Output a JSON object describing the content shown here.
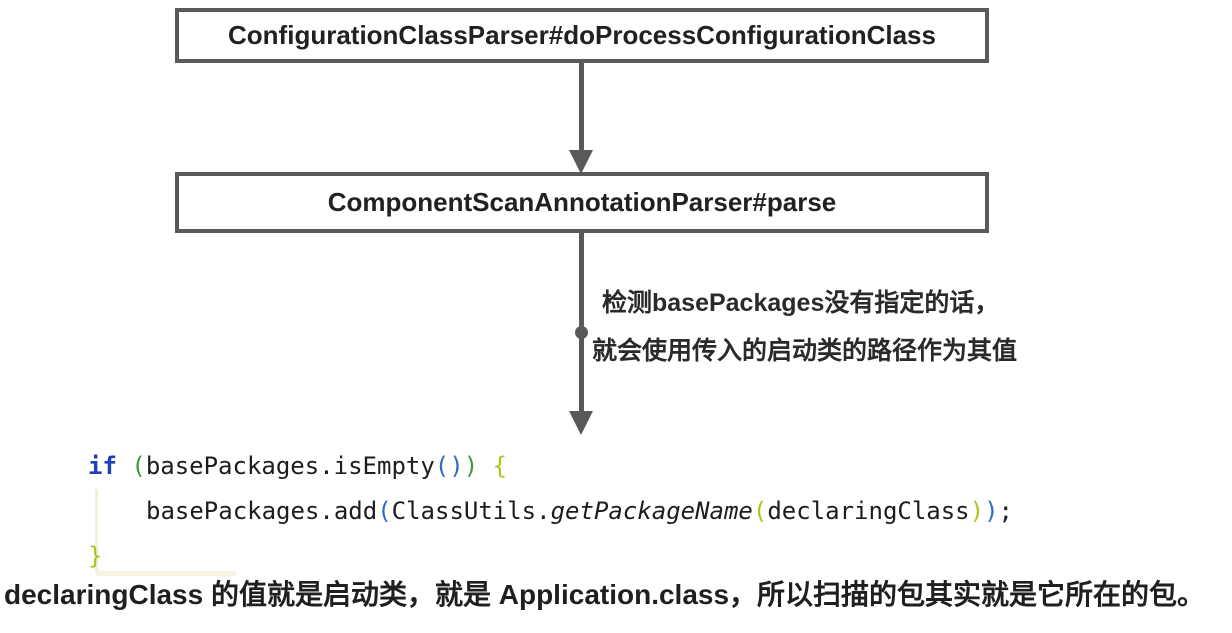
{
  "flowchart": {
    "box1_label": "ConfigurationClassParser#doProcessConfigurationClass",
    "box2_label": "ComponentScanAnnotationParser#parse",
    "annotation": {
      "line1": "检测basePackages没有指定的话，",
      "line2": "就会使用传入的启动类的路径作为其值"
    }
  },
  "code": {
    "language": "java",
    "lines": [
      {
        "indent": 0,
        "tokens": [
          {
            "t": "if",
            "c": "kw"
          },
          {
            "t": " ",
            "c": "plain"
          },
          {
            "t": "(",
            "c": "green"
          },
          {
            "t": "basePackages.isEmpty",
            "c": "plain"
          },
          {
            "t": "()",
            "c": "blue"
          },
          {
            "t": ")",
            "c": "green"
          },
          {
            "t": " ",
            "c": "plain"
          },
          {
            "t": "{",
            "c": "olive"
          }
        ]
      },
      {
        "indent": 1,
        "tokens": [
          {
            "t": "basePackages.add",
            "c": "plain"
          },
          {
            "t": "(",
            "c": "blue"
          },
          {
            "t": "ClassUtils.",
            "c": "plain"
          },
          {
            "t": "getPackageName",
            "c": "italic"
          },
          {
            "t": "(",
            "c": "olive"
          },
          {
            "t": "declaringClass",
            "c": "plain"
          },
          {
            "t": ")",
            "c": "olive"
          },
          {
            "t": ")",
            "c": "blue"
          },
          {
            "t": ";",
            "c": "plain"
          }
        ]
      },
      {
        "indent": 0,
        "tokens": [
          {
            "t": "}",
            "c": "olive"
          }
        ]
      }
    ]
  },
  "caption": "declaringClass 的值就是启动类，就是 Application.class，所以扫描的包其实就是它所在的包。",
  "colors": {
    "box_border": "#595959",
    "arrow": "#595959",
    "box_label": "#212121",
    "annotation_text": "#2a2a2a",
    "code_plain": "#1d1d1d",
    "keyword_blue": "#1e41b8",
    "paren_green": "#3d9942",
    "paren_blue": "#2e6bbf",
    "brace_olive": "#aec41e"
  }
}
